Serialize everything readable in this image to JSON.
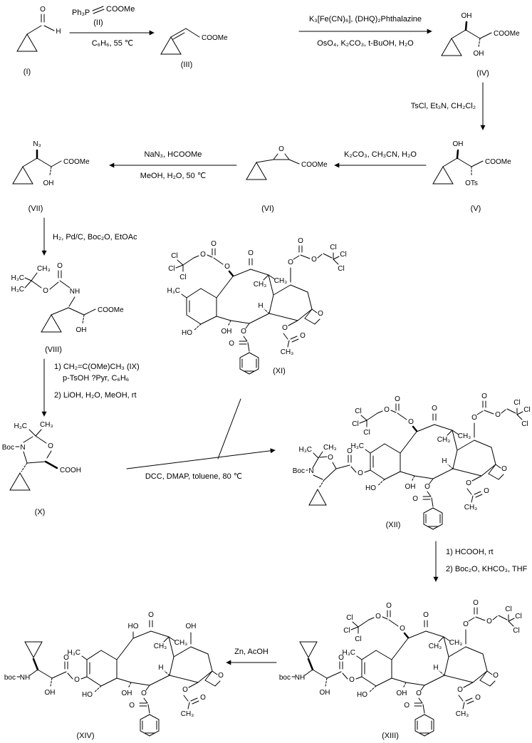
{
  "labels": {
    "i": "(I)",
    "ii": "(II)",
    "iii": "(III)",
    "iv": "(IV)",
    "v": "(V)",
    "vi": "(VI)",
    "vii": "(VII)",
    "viii": "(VIII)",
    "x": "(X)",
    "xi": "(XI)",
    "xii": "(XII)",
    "xiii": "(XIII)",
    "xiv": "(XIV)"
  },
  "reagents": {
    "wittig_reagent": "Ph₃P",
    "wittig_ester": "COOMe",
    "wittig_conditions": "C₆H₆, 55 ℃",
    "dihydroxylation_line1": "K₃[Fe(CN)₆], (DHQ)₂Phthalazine",
    "dihydroxylation_line2": "OsO₄, K₂CO₃, t-BuOH, H₂O",
    "tosylation": "TsCl, Et₃N, CH₂Cl₂",
    "epoxide_formation": "K₂CO₃, CH₃CN, H₂O",
    "azide_line1": "NaN₃, HCOOMe",
    "azide_line2": "MeOH, H₂O, 50 ℃",
    "hydrogenation": "H₂, Pd/C, Boc₂O, EtOAc",
    "oxazolidine_line1": "1)  CH₂=C(OMe)CH₃  (IX)",
    "oxazolidine_line2": "p-TsOH ?Pyr, C₆H₆",
    "oxazolidine_line3": "2)  LiOH, H₂O, MeOH, rt",
    "coupling": "DCC, DMAP, toluene, 80 ℃",
    "exchange_line1": "1)  HCOOH, rt",
    "exchange_line2": "2)  Boc₂O, KHCO₃, THF",
    "detroc": "Zn, AcOH"
  },
  "atoms": {
    "o": "O",
    "h": "H",
    "oh": "OH",
    "ho": "HO",
    "ots": "OTs",
    "n3": "N₃",
    "nh": "NH",
    "n": "N",
    "coome": "COOMe",
    "cooh": "COOH",
    "ch3": "CH₃",
    "h3c": "H₃C",
    "cl": "Cl",
    "boc": "Boc",
    "boc_lower": "boc"
  }
}
